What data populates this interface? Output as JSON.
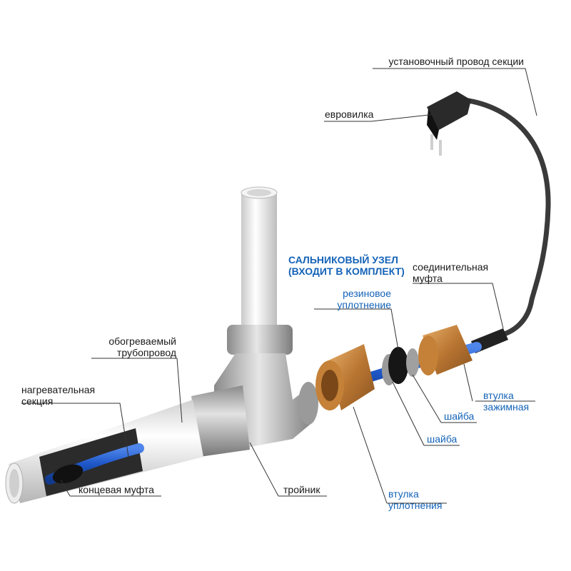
{
  "labels": {
    "install_wire": "установочный провод секции",
    "euro_plug": "евровилка",
    "gland_title_1": "САЛЬНИКОВЫЙ УЗЕЛ",
    "gland_title_2": "(ВХОДИТ В КОМПЛЕКТ)",
    "connector_1": "соединительная",
    "connector_2": "муфта",
    "rubber_seal_1": "резиновое",
    "rubber_seal_2": "уплотнение",
    "heated_pipe_1": "обогреваемый",
    "heated_pipe_2": "трубопровод",
    "heating_section_1": "нагревательная",
    "heating_section_2": "секция",
    "clamp_sleeve_1": "втулка",
    "clamp_sleeve_2": "зажимная",
    "washer_upper": "шайба",
    "washer_lower": "шайба",
    "end_sleeve": "концевая муфта",
    "tee": "тройник",
    "seal_sleeve_1": "втулка",
    "seal_sleeve_2": "уплотнения"
  },
  "colors": {
    "cable_blue": "#1e57c8",
    "brass": "#c9893e",
    "blue_text": "#1463b8",
    "pipe_white": "#eeeeee",
    "steel": "#a9a9a9",
    "cord_dark": "#3a3a3a"
  }
}
